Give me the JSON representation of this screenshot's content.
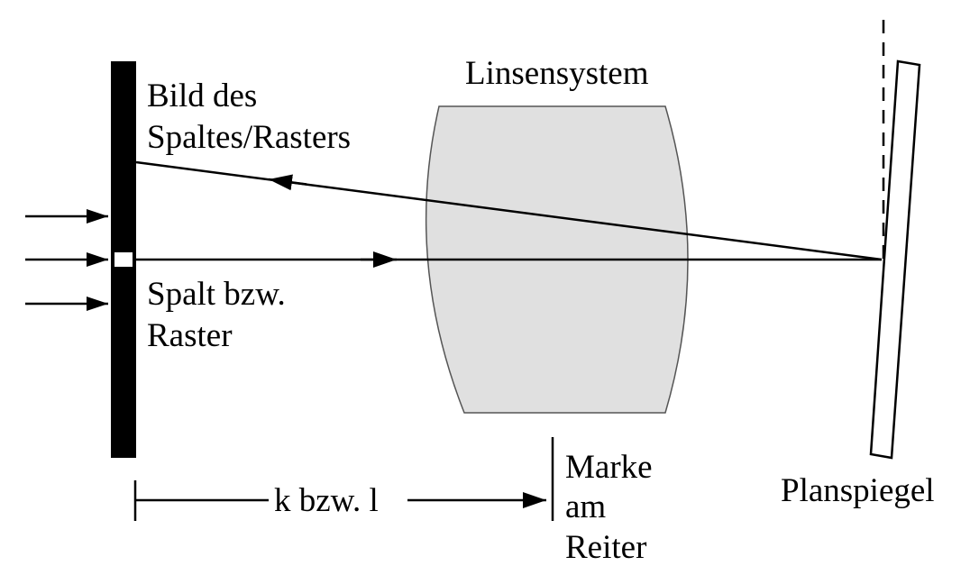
{
  "labels": {
    "lens_system": "Linsensystem",
    "image_line1": "Bild des",
    "image_line2": "Spaltes/Rasters",
    "slit_line1": "Spalt bzw.",
    "slit_line2": "Raster",
    "distance": "k bzw. l",
    "mark_line1": "Marke",
    "mark_line2": "am",
    "mark_line3": "Reiter",
    "plane_mirror": "Planspiegel"
  },
  "colors": {
    "ink": "#000000",
    "lens_fill": "#e0e0e0",
    "lens_stroke": "#555555",
    "background": "#ffffff"
  }
}
